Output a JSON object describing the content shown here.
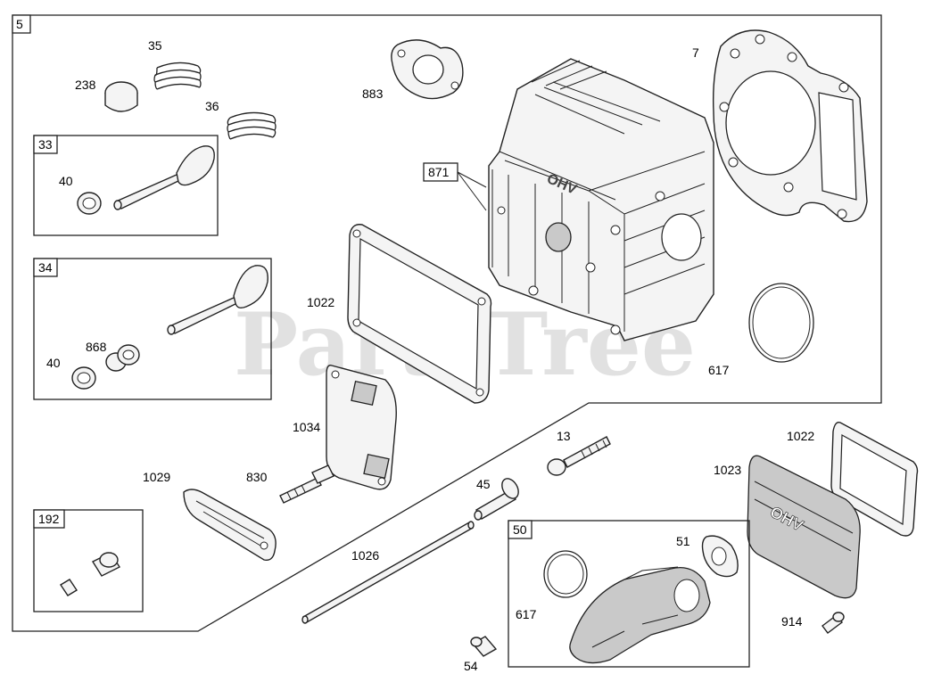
{
  "diagram": {
    "main_group": "5",
    "watermark": "PartsTree",
    "callouts": {
      "p35": "35",
      "p238": "238",
      "p36": "36",
      "p883": "883",
      "p7": "7",
      "p871": "871",
      "p40a": "40",
      "p1022a": "1022",
      "p617a": "617",
      "p868": "868",
      "p40b": "40",
      "p1034": "1034",
      "p13": "13",
      "p1022b": "1022",
      "p1029": "1029",
      "p830": "830",
      "p45": "45",
      "p1023": "1023",
      "p1026": "1026",
      "p51": "51",
      "p617b": "617",
      "p914": "914",
      "p54": "54"
    },
    "subgroups": {
      "g33": "33",
      "g34": "34",
      "g192": "192",
      "g50": "50"
    },
    "embossed_text": {
      "head_casting": "OHV",
      "valve_cover": "OHV"
    }
  }
}
